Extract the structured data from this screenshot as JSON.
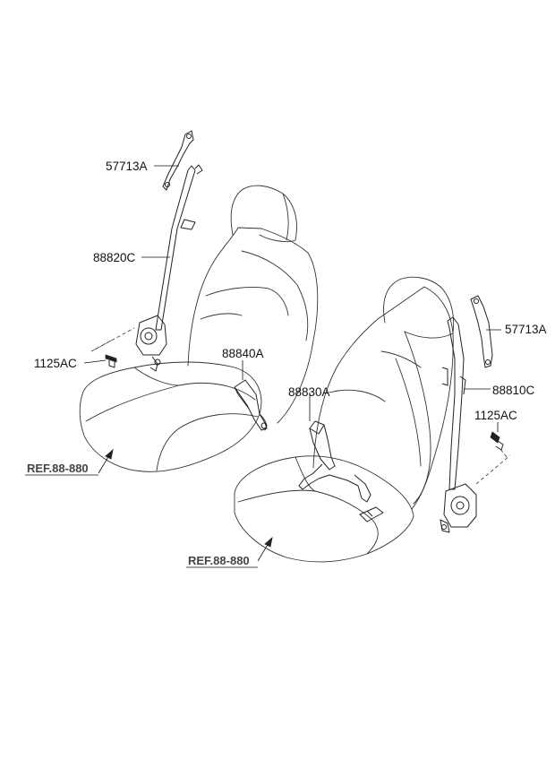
{
  "labels": {
    "bracket_left": "57713A",
    "belt_left": "88820C",
    "bolt_left": "1125AC",
    "ref_left": "REF.88-880",
    "buckle_left": "88840A",
    "buckle_right": "88830A",
    "bracket_right": "57713A",
    "belt_right": "88810C",
    "bolt_right": "1125AC",
    "ref_right": "REF.88-880"
  },
  "colors": {
    "line": "#222222",
    "background": "#ffffff"
  }
}
